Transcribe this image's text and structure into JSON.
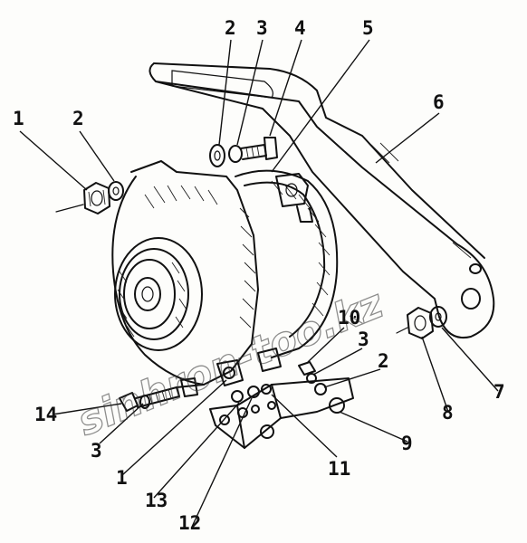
{
  "diagram": {
    "watermark": "sinhron-too.kz",
    "callouts": [
      {
        "id": "c1-left",
        "label": "1"
      },
      {
        "id": "c2-left",
        "label": "2"
      },
      {
        "id": "c2-top",
        "label": "2"
      },
      {
        "id": "c3-top",
        "label": "3"
      },
      {
        "id": "c4-top",
        "label": "4"
      },
      {
        "id": "c5-top",
        "label": "5"
      },
      {
        "id": "c6",
        "label": "6"
      },
      {
        "id": "c7",
        "label": "7"
      },
      {
        "id": "c8",
        "label": "8"
      },
      {
        "id": "c9",
        "label": "9"
      },
      {
        "id": "c10",
        "label": "10"
      },
      {
        "id": "c3-right",
        "label": "3"
      },
      {
        "id": "c2-right",
        "label": "2"
      },
      {
        "id": "c11",
        "label": "11"
      },
      {
        "id": "c12",
        "label": "12"
      },
      {
        "id": "c13",
        "label": "13"
      },
      {
        "id": "c1-bottom",
        "label": "1"
      },
      {
        "id": "c3-bottom",
        "label": "3"
      },
      {
        "id": "c14",
        "label": "14"
      }
    ]
  }
}
